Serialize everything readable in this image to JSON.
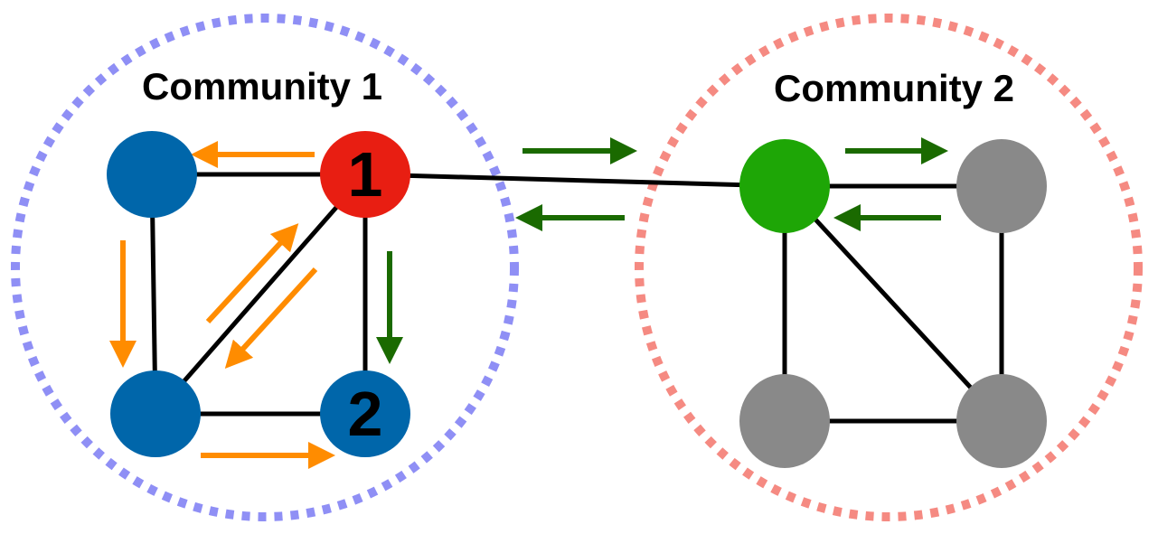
{
  "communities": [
    {
      "id": "c1",
      "title": "Community 1",
      "border_color": "#8F8FF5"
    },
    {
      "id": "c2",
      "title": "Community 2",
      "border_color": "#F58A82"
    }
  ],
  "nodes": [
    {
      "id": "c1-top-left",
      "label": "",
      "color": "#0066AA"
    },
    {
      "id": "c1-top-right",
      "label": "1",
      "color": "#E81E12"
    },
    {
      "id": "c1-bottom-left",
      "label": "",
      "color": "#0066AA"
    },
    {
      "id": "c1-bottom-right",
      "label": "2",
      "color": "#0066AA"
    },
    {
      "id": "c2-top-left",
      "label": "",
      "color": "#1EA606"
    },
    {
      "id": "c2-top-right",
      "label": "",
      "color": "#898989"
    },
    {
      "id": "c2-bottom-left",
      "label": "",
      "color": "#898989"
    },
    {
      "id": "c2-bottom-right",
      "label": "",
      "color": "#898989"
    }
  ],
  "edges": [
    [
      "c1-top-left",
      "c1-top-right"
    ],
    [
      "c1-top-left",
      "c1-bottom-left"
    ],
    [
      "c1-top-right",
      "c1-bottom-left"
    ],
    [
      "c1-top-right",
      "c1-bottom-right"
    ],
    [
      "c1-bottom-left",
      "c1-bottom-right"
    ],
    [
      "c1-top-right",
      "c2-top-left"
    ],
    [
      "c2-top-left",
      "c2-top-right"
    ],
    [
      "c2-top-left",
      "c2-bottom-left"
    ],
    [
      "c2-top-left",
      "c2-bottom-right"
    ],
    [
      "c2-top-right",
      "c2-bottom-right"
    ],
    [
      "c2-bottom-left",
      "c2-bottom-right"
    ]
  ],
  "walk_arrows": [
    {
      "from": "c1-top-right",
      "to": "c1-top-left",
      "color": "orange"
    },
    {
      "from": "c1-top-left",
      "to": "c1-bottom-left",
      "color": "orange"
    },
    {
      "from": "c1-bottom-left",
      "to": "c1-top-right",
      "color": "orange"
    },
    {
      "from": "c1-top-right",
      "to": "c1-bottom-left",
      "color": "orange"
    },
    {
      "from": "c1-bottom-left",
      "to": "c1-bottom-right",
      "color": "orange"
    },
    {
      "from": "c1-top-right",
      "to": "c1-bottom-right",
      "color": "green"
    },
    {
      "from": "c1-top-right",
      "to": "c2-top-left",
      "color": "green"
    },
    {
      "from": "c2-top-left",
      "to": "c1-top-right",
      "color": "green"
    },
    {
      "from": "c2-top-left",
      "to": "c2-top-right",
      "color": "green"
    },
    {
      "from": "c2-top-right",
      "to": "c2-top-left",
      "color": "green"
    }
  ],
  "colors": {
    "edge": "#000000",
    "orange": "#FF8C00",
    "green": "#1A6A00",
    "node_label": "#000000"
  }
}
